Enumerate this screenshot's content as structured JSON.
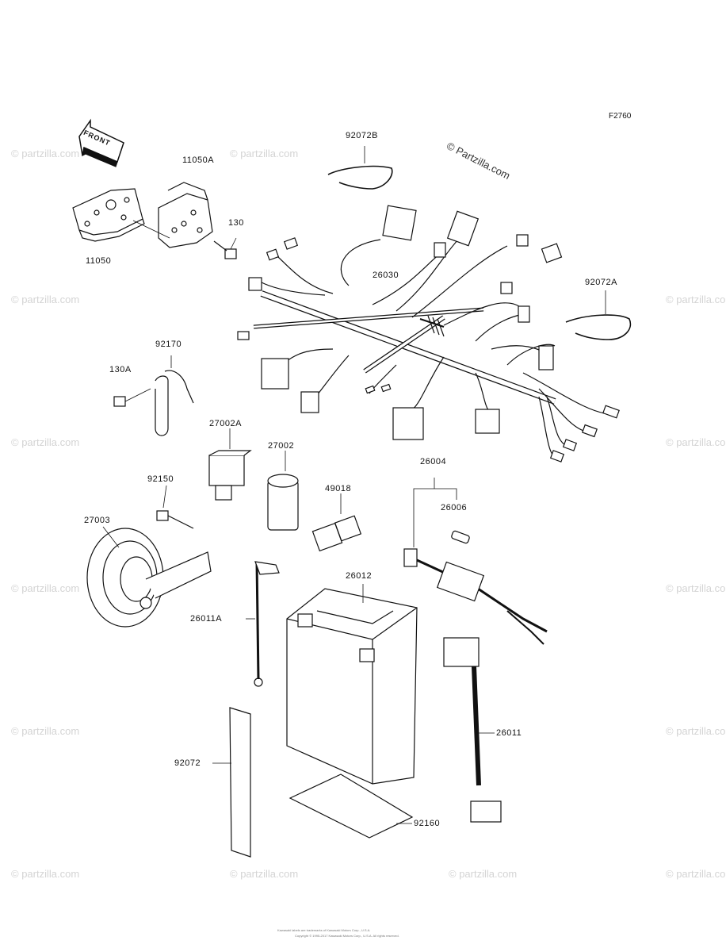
{
  "diagram_code": "F2760",
  "brand_watermark": "© Partzilla.com",
  "faint_watermark": "© partzilla.com",
  "front_indicator": "FRONT",
  "footer_line1": "Kawasaki labels are trademarks of Kawasaki Motors Corp., U.S.A.",
  "footer_line2": "Copyright © 1995-2017 Kawasaki Motors Corp., U.S.A. All rights reserved.",
  "parts": {
    "p92072B": "92072B",
    "p11050A": "11050A",
    "p130": "130",
    "p11050": "11050",
    "p26030": "26030",
    "p92072A": "92072A",
    "p92170": "92170",
    "p130A": "130A",
    "p27002A": "27002A",
    "p27002": "27002",
    "p92150": "92150",
    "p49018": "49018",
    "p26004": "26004",
    "p26006": "26006",
    "p27003": "27003",
    "p26012": "26012",
    "p26011A": "26011A",
    "p26011": "26011",
    "p92072": "92072",
    "p92160": "92160"
  }
}
